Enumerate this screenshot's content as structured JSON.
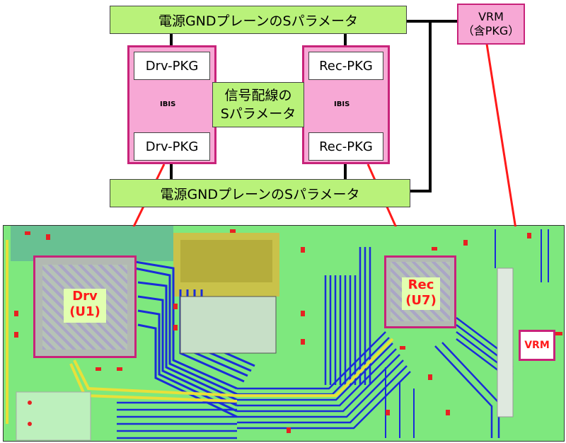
{
  "diagram": {
    "plane_top_label": "電源GNDプレーンのSパラメータ",
    "plane_bottom_label": "電源GNDプレーンのSパラメータ",
    "drv_pkg_top": "Drv-PKG",
    "drv_pkg_bottom": "Drv-PKG",
    "rec_pkg_top": "Rec-PKG",
    "rec_pkg_bottom": "Rec-PKG",
    "buffer_label": "IBIS",
    "signal_line1": "信号配線の",
    "signal_line2": "Sパラメータ",
    "vrm_line1": "VRM",
    "vrm_line2": "（含PKG）"
  },
  "pcb": {
    "drv_label_line1": "Drv",
    "drv_label_line2": "(U1)",
    "rec_label_line1": "Rec",
    "rec_label_line2": "(U7)",
    "vrm_label": "VRM"
  },
  "colors": {
    "plane_green": "#b9f27a",
    "pkg_pink": "#f7a8d5",
    "pkg_border": "#c8237a",
    "pcb_green": "#7ee87e",
    "trace_blue": "#1a2cd8",
    "trace_yellow": "#e8e03a",
    "pointer_red": "#ff1a1a"
  }
}
